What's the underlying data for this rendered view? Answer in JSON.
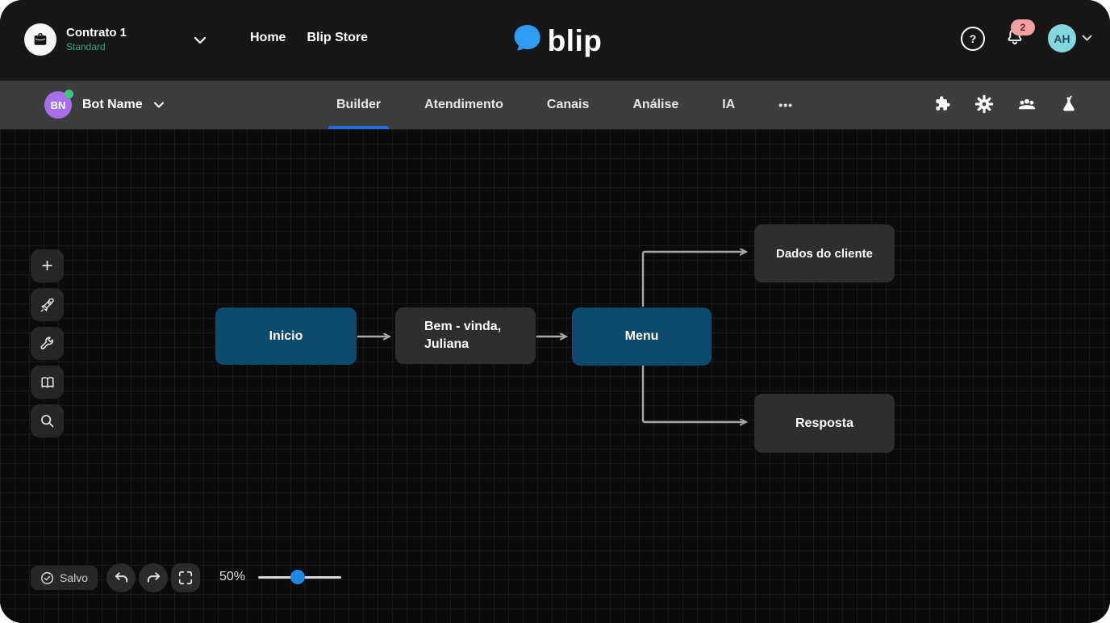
{
  "top_bar": {
    "contract_name": "Contrato 1",
    "contract_plan": "Standard",
    "nav": [
      "Home",
      "Blip Store"
    ],
    "logo_text": "blip",
    "help_glyph": "?",
    "notifications_count": "2",
    "avatar_initials": "AH"
  },
  "bot_bar": {
    "bot_initials": "BN",
    "bot_name": "Bot Name",
    "tabs": [
      "Builder",
      "Atendimento",
      "Canais",
      "Análise",
      "IA"
    ],
    "more_tabs_glyph": "•••",
    "active_tab": "Builder",
    "right_icons": [
      "puzzle",
      "settings",
      "team",
      "flask"
    ]
  },
  "canvas": {
    "toolbar_icons": [
      "add",
      "rocket",
      "wrench",
      "book",
      "search"
    ],
    "add_glyph": "+",
    "nodes": [
      {
        "id": "inicio",
        "label": "Inicio",
        "style": "primary"
      },
      {
        "id": "welcome",
        "label": "Bem - vinda,\nJuliana",
        "style": "default"
      },
      {
        "id": "menu",
        "label": "Menu",
        "style": "primary"
      },
      {
        "id": "dados-do-cliente",
        "label": "Dados do cliente",
        "style": "default"
      },
      {
        "id": "resposta",
        "label": "Resposta",
        "style": "default"
      }
    ],
    "connections": [
      {
        "from": "inicio",
        "to": "welcome"
      },
      {
        "from": "welcome",
        "to": "menu"
      },
      {
        "from": "menu",
        "to": "dados-do-cliente"
      },
      {
        "from": "menu",
        "to": "resposta"
      }
    ]
  },
  "footer": {
    "saved_label": "Salvo",
    "zoom_level": "50%"
  },
  "colors": {
    "accent_tab_blue": "#1F6FEB",
    "node_blue": "#0E4A6B",
    "node_gray": "#2E2E2E",
    "plan_green": "#3FA080",
    "badge_pink": "#F2A0A0",
    "avatar_cyan": "#84D8DD",
    "bot_avatar_purple": "#A770EA",
    "online_green": "#3EC57F",
    "slider_blue": "#1E88E5",
    "blip_blue": "#2F9BF2"
  }
}
